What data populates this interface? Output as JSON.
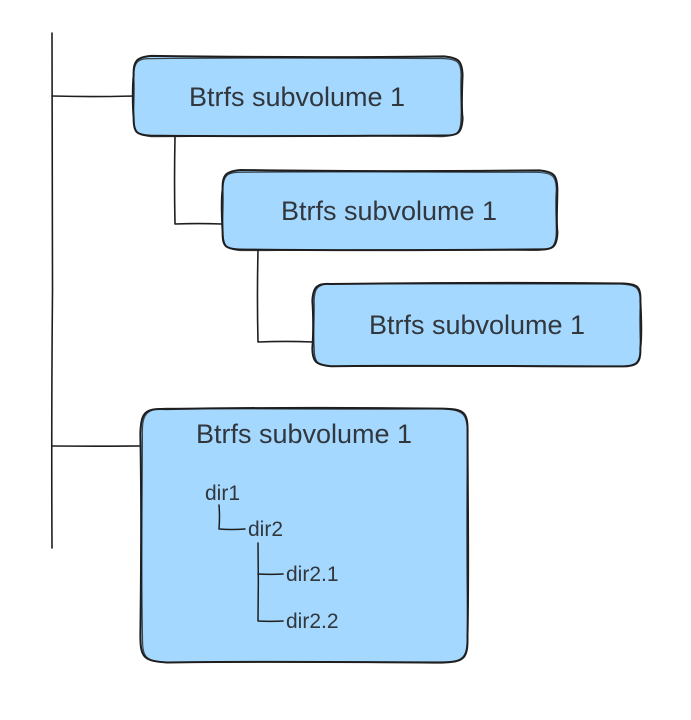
{
  "colors": {
    "background": "#ffffff",
    "box_fill": "#a5d8ff",
    "stroke": "#1e1e1e",
    "text": "#31373d"
  },
  "boxes": [
    {
      "label": "Btrfs subvolume 1"
    },
    {
      "label": "Btrfs subvolume 1"
    },
    {
      "label": "Btrfs subvolume 1"
    },
    {
      "label": "Btrfs subvolume 1"
    }
  ],
  "tree": {
    "items": [
      {
        "label": "dir1"
      },
      {
        "label": "dir2"
      },
      {
        "label": "dir2.1"
      },
      {
        "label": "dir2.2"
      }
    ]
  }
}
